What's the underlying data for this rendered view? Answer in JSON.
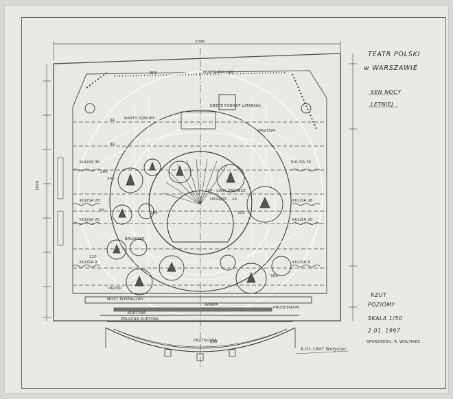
{
  "title_block": {
    "line1": "TEATR POLSKI",
    "line2": "w WARSZAWIE",
    "line3": "SEN NOCY",
    "line4": "LETNIEJ",
    "drawing_type1": "RZUT",
    "drawing_type2": "POZIOMY",
    "scale": "SKALA 1/50",
    "date": "2.01. 1997",
    "author": "SPORZĄDZIŁ: R. WOŁYNIEC",
    "stamp": "8.01.1997 Wołyniec"
  },
  "plan_labels": {
    "top_left": "800",
    "horizont": "HORYZONT 580",
    "stage_width": "2096",
    "left_dim": "1000",
    "krzyz": "KRZYŻ FORMAT LATARNIA",
    "narto": "NARTO SZNURY",
    "drzewo": "DRZEWO",
    "kulisa_left1": "KULISA 35",
    "kulisa_right1": "KULISA 35",
    "kulisa_left2": "KULISA 28",
    "kulisa_right2": "KULISA 28",
    "kulisa_left3": "KULISA 20",
    "kulisa_right3": "KULISA 20",
    "kulisa_left4": "KULISA 9",
    "kulisa_right4": "KULISA 9",
    "line_24": "24 - LINIA ZAWIESZ",
    "urzadz": "URZĄDZ. - 24",
    "balkonik": "BALKONIK",
    "przod": "PRZÓD",
    "most": "MOST PORTALOWY",
    "rampa": "RAMPA",
    "kurtyna": "KURTYNA",
    "zelazna": "ŻELAZNA KURTYNA",
    "proscenium": "PROSCENIUM",
    "przyslona": "PRZYSŁONA",
    "b1": "24",
    "b2": "39",
    "b3": "29",
    "n_280": "280",
    "n_300": "300",
    "n_320": "320",
    "n_200": "200",
    "n_120": "120",
    "n_360": "360",
    "n_880": "880"
  }
}
